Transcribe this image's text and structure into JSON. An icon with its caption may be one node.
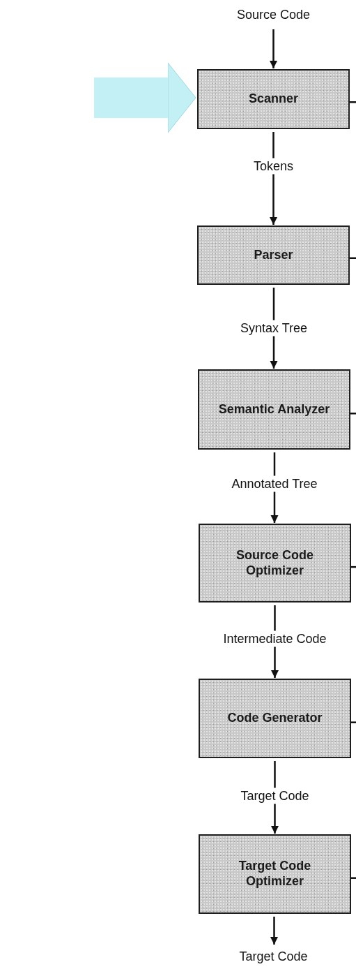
{
  "diagram": {
    "nodes": [
      {
        "text": [
          "Source Code"
        ]
      },
      {
        "text": [
          "Scanner"
        ]
      },
      {
        "text": [
          "Parser"
        ]
      },
      {
        "text": [
          "Semantic Analyzer"
        ]
      },
      {
        "text": [
          "Source Code Optimizer"
        ]
      },
      {
        "text": [
          "Code Generator"
        ]
      },
      {
        "text": [
          "Target Code Optimizer"
        ]
      },
      {
        "text": [
          "Target Code"
        ]
      }
    ],
    "edges": [
      {
        "from": 0,
        "to": 1,
        "arrow": "to"
      },
      {
        "from": 1,
        "to": 2,
        "arrow": "to",
        "label": "Tokens"
      },
      {
        "from": 2,
        "to": 3,
        "arrow": "to",
        "label": "Syntax Tree"
      },
      {
        "from": 3,
        "to": 4,
        "arrow": "to",
        "label": "Annotated Tree"
      },
      {
        "from": 4,
        "to": 5,
        "arrow": "to",
        "label": "Intermediate Code"
      },
      {
        "from": 5,
        "to": 6,
        "arrow": "to",
        "label": "Target Code"
      },
      {
        "from": 6,
        "to": 7,
        "arrow": "to"
      },
      {
        "from": null,
        "to": 1,
        "arrow": "to",
        "style": "thick",
        "color": "#c2f0f4"
      },
      {
        "from": 1,
        "to": null,
        "arrow": "none"
      },
      {
        "from": 2,
        "to": null,
        "arrow": "none"
      },
      {
        "from": 3,
        "to": null,
        "arrow": "none"
      },
      {
        "from": 4,
        "to": null,
        "arrow": "none"
      },
      {
        "from": 5,
        "to": null,
        "arrow": "none"
      },
      {
        "from": 6,
        "to": null,
        "arrow": "none"
      }
    ]
  }
}
